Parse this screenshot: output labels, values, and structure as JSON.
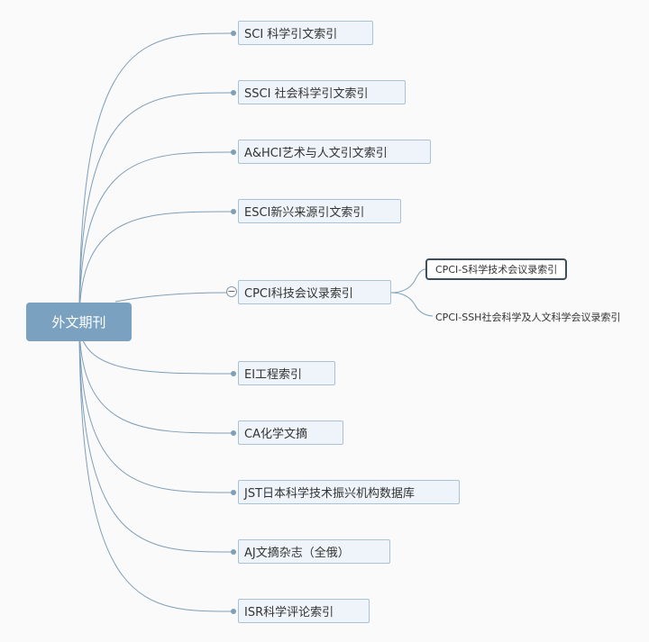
{
  "root": "外文期刊",
  "branches": [
    "SCI 科学引文索引",
    "SSCI 社会科学引文索引",
    "A&HCI艺术与人文引文索引",
    "ESCI新兴来源引文索引",
    "CPCI科技会议录索引",
    "EI工程索引",
    "CA化学文摘",
    "JST日本科学技术振兴机构数据库",
    "AJ文摘杂志（全俄）",
    "ISR科学评论索引"
  ],
  "cpci_children": [
    "CPCI-S科学技术会议录索引",
    "CPCI-SSH社会科学及人文科学会议录索引"
  ],
  "collapse_symbol": "−",
  "colors": {
    "line": "#7f9fb8",
    "root": "#7aa1bf",
    "node_bg": "#eef4f9",
    "node_border": "#a9c2d6"
  }
}
